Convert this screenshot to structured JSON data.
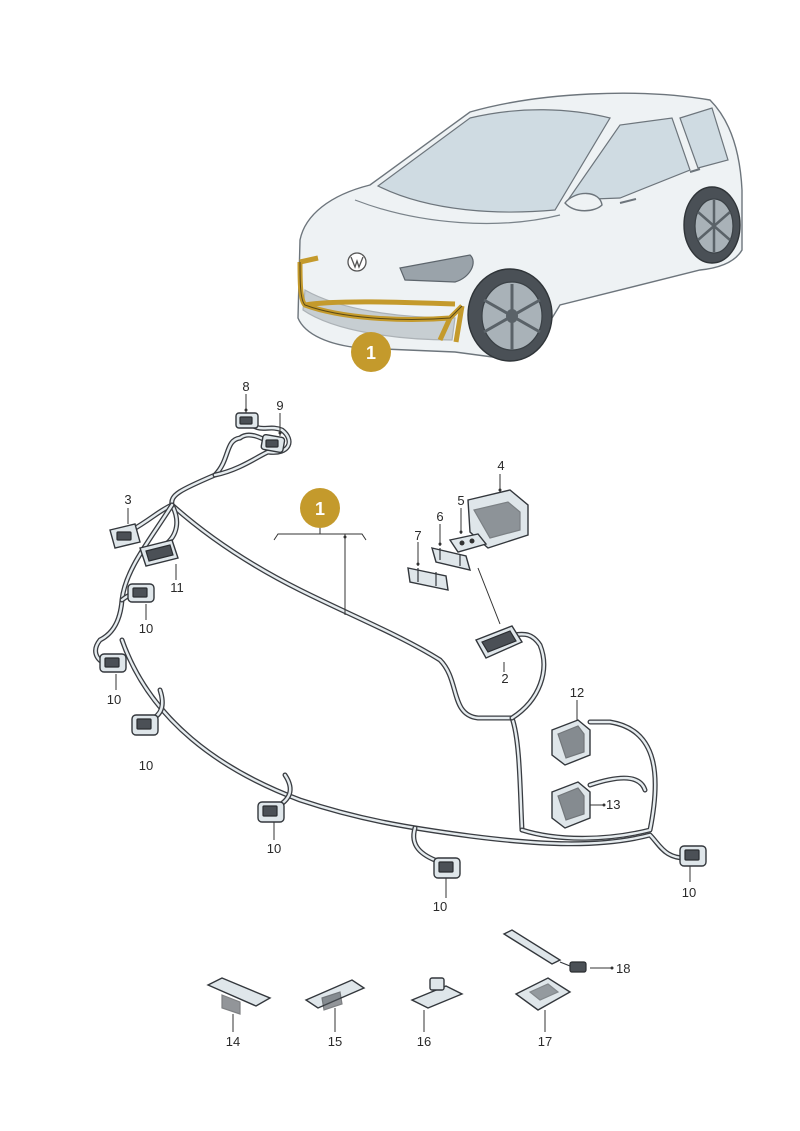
{
  "diagram": {
    "badge_color": "#C49A2C",
    "callouts": {
      "car_badge": "1",
      "harness_badge": "1",
      "p2": "2",
      "p3": "3",
      "p4": "4",
      "p5": "5",
      "p6": "6",
      "p7": "7",
      "p8": "8",
      "p9": "9",
      "p10a": "10",
      "p10b": "10",
      "p10c": "10",
      "p10d": "10",
      "p10e": "10",
      "p10f": "10",
      "p11": "11",
      "p12": "12",
      "p13": "13",
      "p14": "14",
      "p15": "15",
      "p16": "16",
      "p17": "17",
      "p18": "18"
    }
  }
}
